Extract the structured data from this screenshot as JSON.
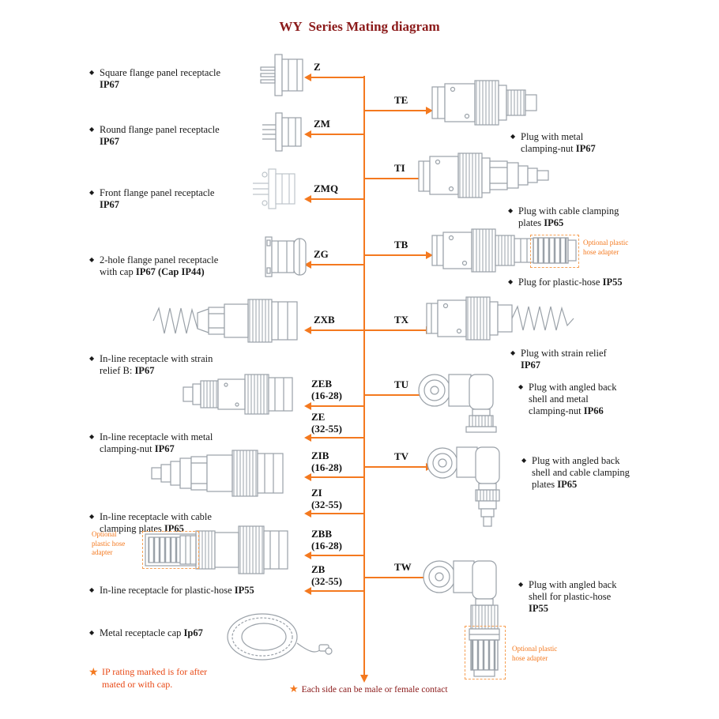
{
  "title": "WY  Series Mating diagram",
  "icons": {
    "diamond": "◆",
    "star": "★"
  },
  "colors": {
    "accent": "#f4791f",
    "title": "#8b1a1a",
    "art": "#9aa1a8"
  },
  "left_items": [
    {
      "lines": [
        {
          "pre": "Square flange panel receptacle",
          "bold": ""
        },
        {
          "pre": "",
          "bold": "IP67"
        }
      ]
    },
    {
      "lines": [
        {
          "pre": "Round flange panel receptacle",
          "bold": ""
        },
        {
          "pre": "",
          "bold": "IP67"
        }
      ]
    },
    {
      "lines": [
        {
          "pre": "Front flange panel receptacle",
          "bold": ""
        },
        {
          "pre": "",
          "bold": "IP67"
        }
      ]
    },
    {
      "lines": [
        {
          "pre": "2-hole flange panel receptacle",
          "bold": ""
        },
        {
          "pre": "with cap ",
          "bold": "IP67 (Cap IP44)"
        }
      ]
    },
    {
      "lines": [
        {
          "pre": "In-line receptacle with strain",
          "bold": ""
        },
        {
          "pre": "relief  B: ",
          "bold": "IP67"
        }
      ]
    },
    {
      "lines": [
        {
          "pre": "In-line receptacle with metal",
          "bold": ""
        },
        {
          "pre": "clamping-nut  ",
          "bold": "IP67"
        }
      ]
    },
    {
      "lines": [
        {
          "pre": "In-line receptacle with cable",
          "bold": ""
        },
        {
          "pre": "clamping plates ",
          "bold": "IP65"
        }
      ]
    },
    {
      "lines": [
        {
          "pre": "In-line receptacle for plastic-hose ",
          "bold": "IP55"
        }
      ]
    },
    {
      "lines": [
        {
          "pre": "Metal receptacle cap ",
          "bold": "Ip67"
        }
      ]
    }
  ],
  "right_items": [
    {
      "lines": [
        {
          "pre": "Plug with metal",
          "bold": ""
        },
        {
          "pre": "clamping-nut  ",
          "bold": "IP67"
        }
      ]
    },
    {
      "lines": [
        {
          "pre": "Plug with cable clamping",
          "bold": ""
        },
        {
          "pre": "plates  ",
          "bold": "IP65"
        }
      ]
    },
    {
      "lines": [
        {
          "pre": "Plug for plastic-hose  ",
          "bold": "IP55"
        }
      ]
    },
    {
      "lines": [
        {
          "pre": "Plug with strain relief",
          "bold": ""
        },
        {
          "pre": "",
          "bold": "IP67"
        }
      ]
    },
    {
      "lines": [
        {
          "pre": "Plug with angled back",
          "bold": ""
        },
        {
          "pre": "shell and metal",
          "bold": ""
        },
        {
          "pre": "clamping-nut  ",
          "bold": "IP66"
        }
      ]
    },
    {
      "lines": [
        {
          "pre": "Plug with angled back",
          "bold": ""
        },
        {
          "pre": "shell and cable clamping",
          "bold": ""
        },
        {
          "pre": "plates  ",
          "bold": "IP65"
        }
      ]
    },
    {
      "lines": [
        {
          "pre": "Plug with angled back",
          "bold": ""
        },
        {
          "pre": "shell for plastic-hose",
          "bold": ""
        },
        {
          "pre": "",
          "bold": "IP55"
        }
      ]
    }
  ],
  "left_codes": [
    {
      "label": "Z",
      "sub": ""
    },
    {
      "label": "ZM",
      "sub": ""
    },
    {
      "label": "ZMQ",
      "sub": ""
    },
    {
      "label": "ZG",
      "sub": ""
    },
    {
      "label": "ZXB",
      "sub": ""
    },
    {
      "label": "ZEB",
      "sub": "(16-28)"
    },
    {
      "label": "ZE",
      "sub": "(32-55)"
    },
    {
      "label": "ZIB",
      "sub": "(16-28)"
    },
    {
      "label": "ZI",
      "sub": "(32-55)"
    },
    {
      "label": "ZBB",
      "sub": "(16-28)"
    },
    {
      "label": "ZB",
      "sub": "(32-55)"
    }
  ],
  "right_codes": [
    {
      "label": "TE"
    },
    {
      "label": "TI"
    },
    {
      "label": "TB"
    },
    {
      "label": "TX"
    },
    {
      "label": "TU"
    },
    {
      "label": "TV"
    },
    {
      "label": "TW"
    }
  ],
  "notes": {
    "ip_rating_line1": "IP rating marked is for after",
    "ip_rating_line2": "mated or with cap.",
    "each_side": "Each side can be male or female contact",
    "adapter_left_l1": "Optional",
    "adapter_left_l2": "plastic hose",
    "adapter_left_l3": "adapter",
    "adapter_tb_l1": "Optional plastic",
    "adapter_tb_l2": "hose adapter",
    "adapter_tw_l1": "Optional plastic",
    "adapter_tw_l2": "hose adapter"
  }
}
